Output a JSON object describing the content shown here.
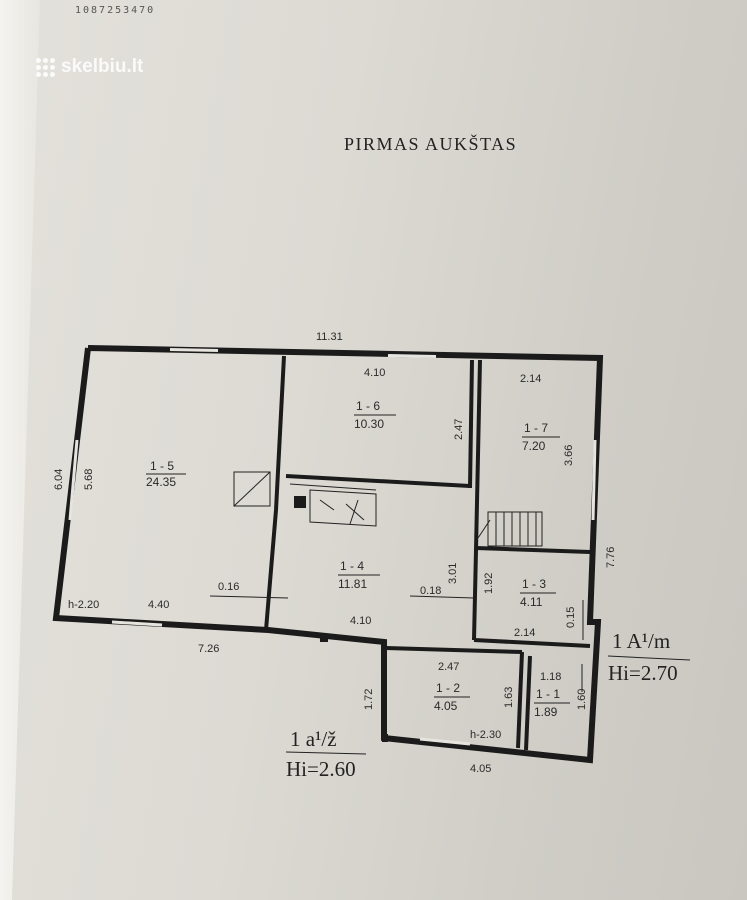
{
  "header": {
    "doc_number": "1087253470",
    "watermark": "skelbiu.lt",
    "title": "PIRMAS AUKŠTAS"
  },
  "dimensions": {
    "total_width": "11.31",
    "left_height": "6.04",
    "left_inner_height": "5.68",
    "bottom_left": "7.26",
    "room6_top": "4.10",
    "room6_height": "2.47",
    "room7_top": "2.14",
    "room7_height": "3.66",
    "right_height": "7.76",
    "room5_bottom": "4.40",
    "room5_h": "h-2.20",
    "wall_016": "0.16",
    "wall_018": "0.18",
    "room4_height": "3.01",
    "room4_bottom": "4.10",
    "room3_height": "1.92",
    "room3_wall": "0.15",
    "room3_bottom": "2.14",
    "room2_top": "2.47",
    "room2_left": "1.72",
    "room2_right": "1.63",
    "room2_h": "h-2.30",
    "bottom_right": "4.05",
    "room1_top": "1.18",
    "room1_right": "1.60"
  },
  "rooms": [
    {
      "id": "1 - 5",
      "area": "24.35"
    },
    {
      "id": "1 - 6",
      "area": "10.30"
    },
    {
      "id": "1 - 7",
      "area": "7.20"
    },
    {
      "id": "1 - 4",
      "area": "11.81"
    },
    {
      "id": "1 - 3",
      "area": "4.11"
    },
    {
      "id": "1 - 2",
      "area": "4.05"
    },
    {
      "id": "1 - 1",
      "area": "1.89"
    }
  ],
  "legend_right": {
    "line1": "1 A¹/m",
    "line2": "Hi=2.70"
  },
  "legend_left": {
    "line1": "1 a¹/ž",
    "line2": "Hi=2.60"
  }
}
